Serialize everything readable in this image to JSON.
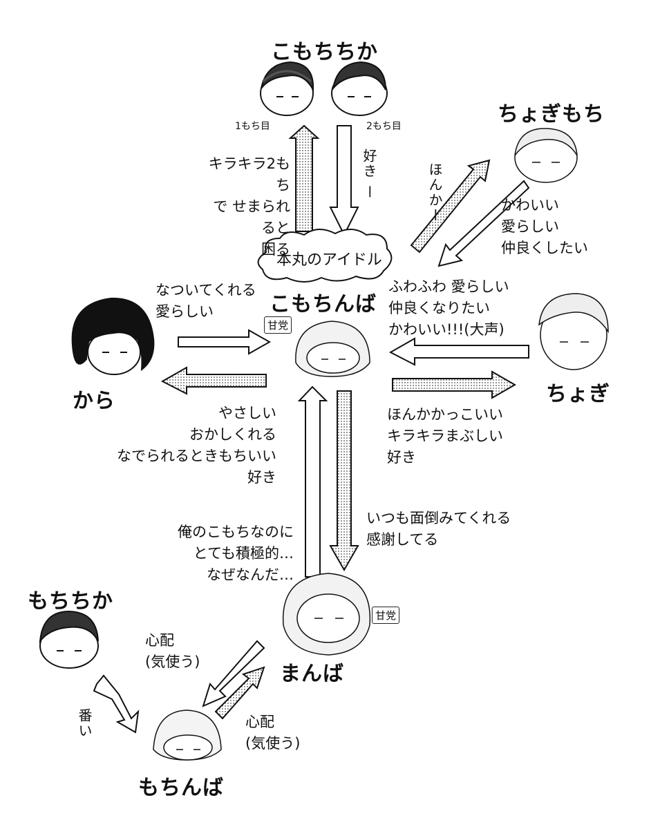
{
  "characters": {
    "komochika": "こもちちか",
    "komochika_1": "1もち目",
    "komochika_2": "2もち目",
    "choogimochi": "ちょぎもち",
    "kara": "から",
    "komochinba": "こもちんば",
    "choogi": "ちょぎ",
    "manba": "まんば",
    "mochichika": "もちちか",
    "mochinba": "もちんば"
  },
  "tags": {
    "amatou": "甘党"
  },
  "bubble": "本丸のアイドル",
  "relations": {
    "to_komochika": "キラキラ2もち\nで せまられると\n困る",
    "from_komochika": "好き ー",
    "to_choogimochi": "ほんかー",
    "from_choogimochi": "かわいい\n愛らしい\n仲良くしたい",
    "from_kara": "なついてくれる\n愛らしい",
    "to_kara": "やさしい\nおかしくれる\nなでられるときもちいい\n好き",
    "from_choogi": "ふわふわ 愛らしい\n仲良くなりたい\nかわいい!!!(大声)",
    "to_choogi": "ほんかかっこいい\nキラキラまぶしい\n好き",
    "manba_about_komochika": "俺のこもちなのに\nとても積極的…\nなぜなんだ…",
    "to_manba": "いつも面倒みてくれる\n感謝してる",
    "manba_to_mochinba": "心配\n(気使う)",
    "mochinba_to_manba": "心配\n(気使う)",
    "mochichika_mochinba": "番い"
  }
}
